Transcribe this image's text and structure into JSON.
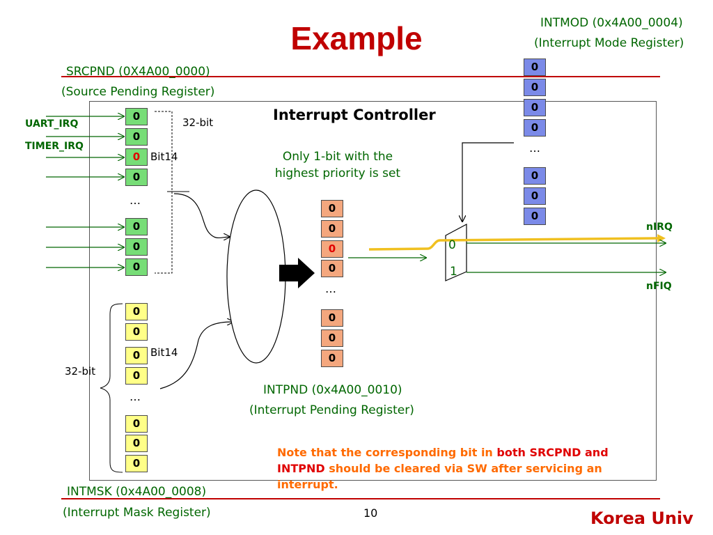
{
  "title": "Example",
  "srcpnd": {
    "name": "SRCPND (0X4A00_0000)",
    "desc": "(Source Pending Register)"
  },
  "intmod": {
    "name": "INTMOD (0x4A00_0004)",
    "desc": "(Interrupt Mode Register)"
  },
  "intmsk": {
    "name": "INTMSK (0x4A00_0008)",
    "desc": "(Interrupt Mask Register)"
  },
  "intpnd": {
    "name": "INTPND (0x4A00_0010)",
    "desc": "(Interrupt Pending Register)"
  },
  "controller_title": "Interrupt Controller",
  "priority_note": [
    "Only 1-bit with the",
    "highest priority is set"
  ],
  "inputs": {
    "uart": "UART_IRQ",
    "timer": "TIMER_IRQ"
  },
  "labels": {
    "bit32_top": "32-bit",
    "bit14_top": "Bit14",
    "bit32_bottom": "32-bit",
    "bit14_bottom": "Bit14",
    "dots": "…"
  },
  "cells": {
    "srcpnd": [
      "0",
      "0",
      "0",
      "0",
      "0",
      "0",
      "0"
    ],
    "intmsk": [
      "0",
      "0",
      "0",
      "0",
      "0",
      "0",
      "0"
    ],
    "intpnd": [
      "0",
      "0",
      "0",
      "0",
      "0",
      "0",
      "0"
    ],
    "intmod": [
      "0",
      "0",
      "0",
      "0",
      "0",
      "0",
      "0"
    ],
    "highlighted_bit14": "0"
  },
  "mux": {
    "in0": "0",
    "in1": "1"
  },
  "outputs": {
    "nirq": "nIRQ",
    "nfiq": "nFIQ"
  },
  "note": {
    "part1": "Note that the corresponding bit in ",
    "part2": "both SRCPND and INTPND",
    "part3": " should be cleared via SW after servicing an interrupt."
  },
  "page_number": "10",
  "footer": "Korea Univ",
  "colors": {
    "title": "#c00000",
    "rule": "#c00000",
    "highlight_path": "#f0c020",
    "green": "#77dd77",
    "yellow": "#ffff88",
    "orange": "#f4a77e",
    "blue": "#7b8ae8"
  }
}
